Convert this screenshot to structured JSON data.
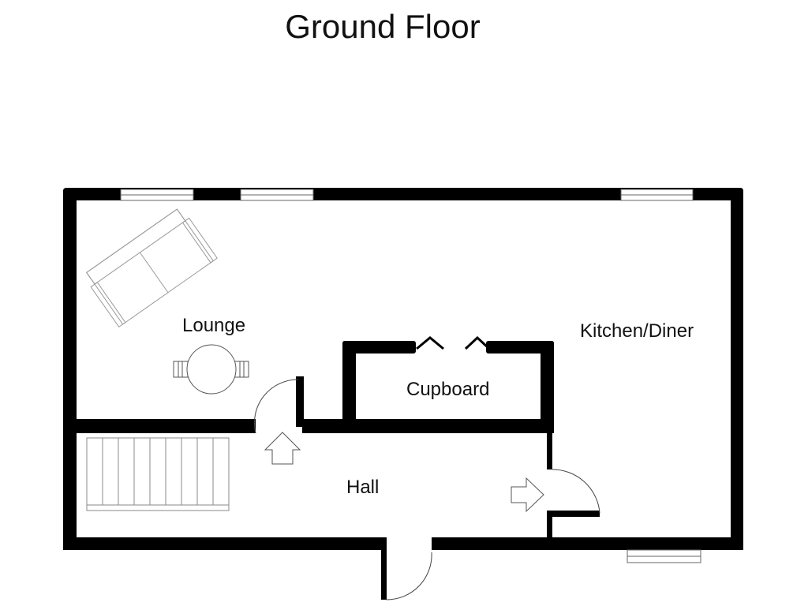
{
  "title": "Ground Floor",
  "rooms": {
    "lounge": "Lounge",
    "kitchen": "Kitchen/Diner",
    "cupboard": "Cupboard",
    "hall": "Hall"
  },
  "colors": {
    "wall": "#000000",
    "fixture": "#888888"
  }
}
